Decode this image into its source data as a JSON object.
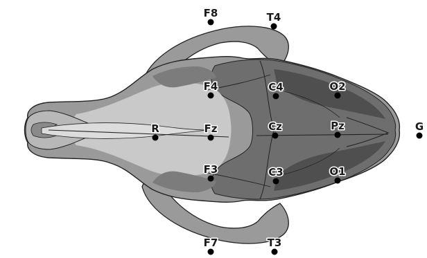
{
  "figure": {
    "subject": "dog-skull-dorsal-view",
    "colors": {
      "background": "#ffffff",
      "outline": "#222222",
      "bone_light": "#c9c9c9",
      "bone_mid": "#9a9a9a",
      "bone_dark": "#6e6e6e",
      "bone_darkest": "#4a4a4a",
      "dot": "#000000",
      "label": "#1a1a1a"
    }
  },
  "electrodes": [
    {
      "id": "F8",
      "label": "F8"
    },
    {
      "id": "T4",
      "label": "T4"
    },
    {
      "id": "F4",
      "label": "F4"
    },
    {
      "id": "C4",
      "label": "C4"
    },
    {
      "id": "O2",
      "label": "O2"
    },
    {
      "id": "R",
      "label": "R"
    },
    {
      "id": "Fz",
      "label": "Fz"
    },
    {
      "id": "Cz",
      "label": "Cz"
    },
    {
      "id": "Pz",
      "label": "Pz"
    },
    {
      "id": "G",
      "label": "G"
    },
    {
      "id": "F3",
      "label": "F3"
    },
    {
      "id": "C3",
      "label": "C3"
    },
    {
      "id": "O1",
      "label": "O1"
    },
    {
      "id": "F7",
      "label": "F7"
    },
    {
      "id": "T3",
      "label": "T3"
    }
  ]
}
